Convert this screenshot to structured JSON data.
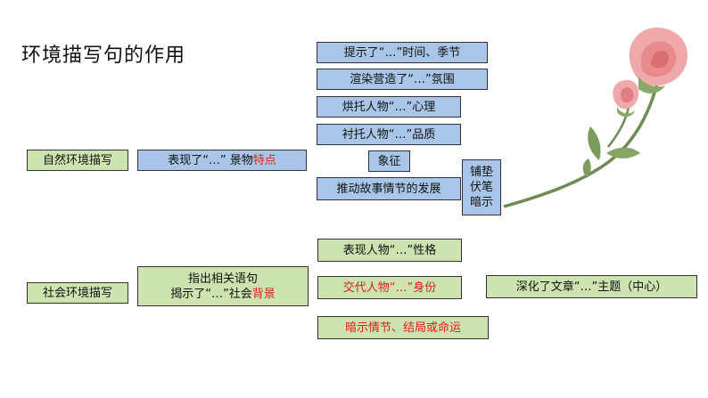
{
  "title": "环境描写句的作用",
  "natural": {
    "label": "自然环境描写",
    "middle": {
      "text": "表现了“…”  景物",
      "highlight": "特点"
    },
    "items": [
      "提示了“…”时间、季节",
      "渲染营造了“…”氛围",
      "烘托人物“…”心理",
      "衬托人物“…”品质",
      "象征",
      "推动故事情节的发展"
    ],
    "side": [
      "铺垫",
      "伏笔",
      "暗示"
    ]
  },
  "social": {
    "label": "社会环境描写",
    "middle": {
      "line1": "指出相关语句",
      "line2": "揭示了“…”社会",
      "highlight": "背景"
    },
    "items": [
      "表现人物“…”性格",
      "交代人物“…”身份",
      "暗示情节、结局或命运"
    ],
    "theme": "深化了文章“…”主题（中心）"
  },
  "colors": {
    "blue_box": "#a9c6e8",
    "green_box": "#cde3b0",
    "highlight": "#e0201b"
  }
}
